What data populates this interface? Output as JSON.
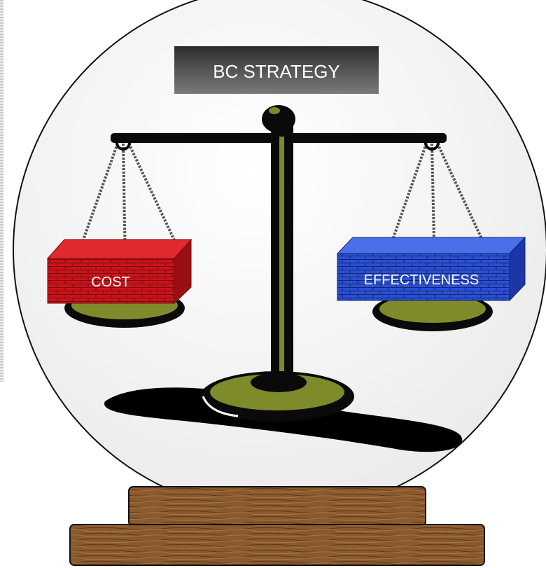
{
  "title": "BC STRATEGY",
  "left_block": {
    "label": "COST",
    "color": "#c8141a"
  },
  "right_block": {
    "label": "EFFECTIVENESS",
    "color": "#2a4fd0"
  },
  "colors": {
    "scale_black": "#0a0a0a",
    "pan_olive": "#7f8a2a",
    "wood": "#8a5a2e",
    "title_box": "#3a3a3a"
  }
}
